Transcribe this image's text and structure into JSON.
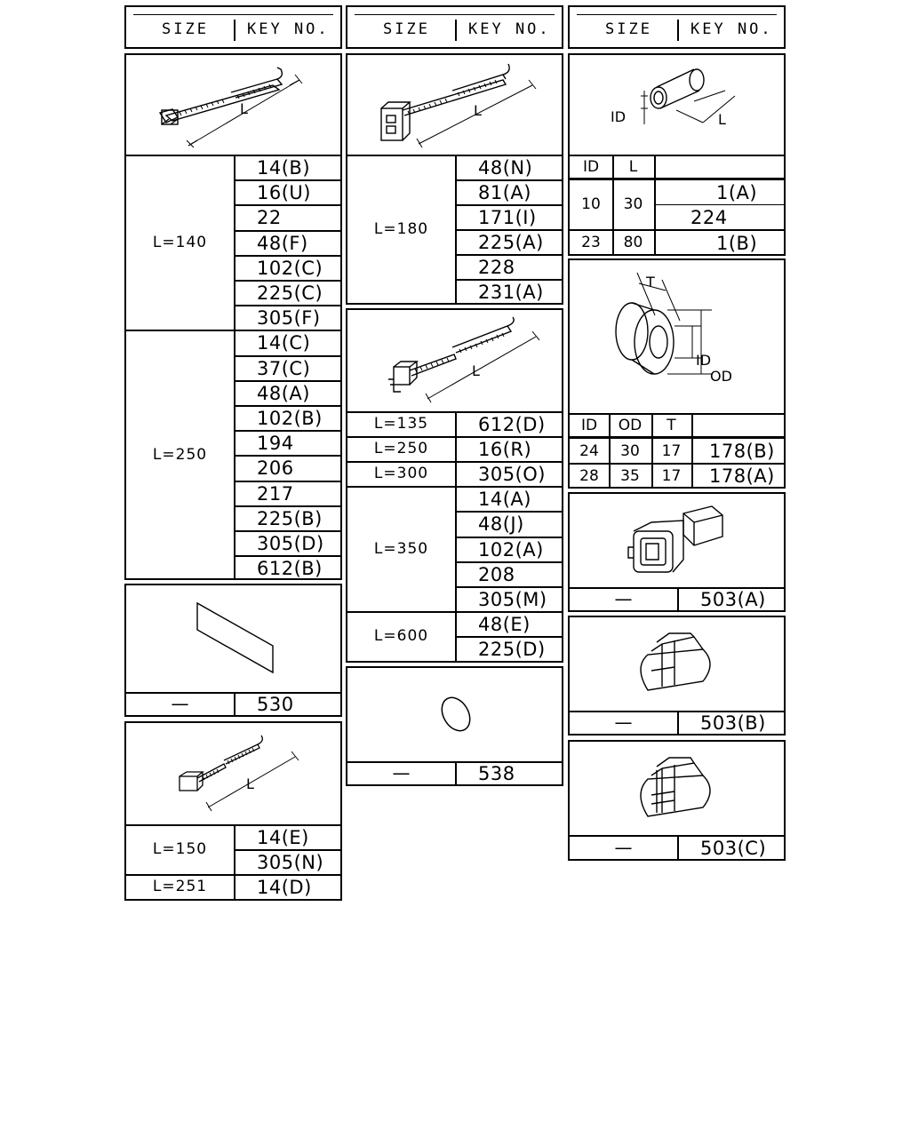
{
  "headers": [
    {
      "size": "SIZE",
      "key": "KEY NO."
    },
    {
      "size": "SIZE",
      "key": "KEY NO."
    },
    {
      "size": "SIZE",
      "key": "KEY NO."
    }
  ],
  "col1": {
    "tie_a": {
      "dim_label": "L",
      "groups": [
        {
          "size": "L=140",
          "keys": [
            "14(B)",
            "16(U)",
            "22",
            "48(F)",
            "102(C)",
            "225(C)",
            "305(F)"
          ]
        },
        {
          "size": "L=250",
          "keys": [
            "14(C)",
            "37(C)",
            "48(A)",
            "102(B)",
            "194",
            "206",
            "217",
            "225(B)",
            "305(D)",
            "612(B)"
          ]
        }
      ]
    },
    "sheet": {
      "size": "—",
      "key": "530"
    },
    "tie_b": {
      "dim_label": "L",
      "groups": [
        {
          "size": "L=150",
          "keys": [
            "14(E)",
            "305(N)"
          ]
        },
        {
          "size": "L=251",
          "keys": [
            "14(D)"
          ]
        }
      ]
    }
  },
  "col2": {
    "tie_c": {
      "dim_label": "L",
      "groups": [
        {
          "size": "L=180",
          "keys": [
            "48(N)",
            "81(A)",
            "171(I)",
            "225(A)",
            "228",
            "231(A)"
          ]
        }
      ]
    },
    "tie_d": {
      "dim_label": "L",
      "singles": [
        {
          "size": "L=135",
          "key": "612(D)"
        },
        {
          "size": "L=250",
          "key": "16(R)"
        },
        {
          "size": "L=300",
          "key": "305(O)"
        }
      ],
      "groups": [
        {
          "size": "L=350",
          "keys": [
            "14(A)",
            "48(J)",
            "102(A)",
            "208",
            "305(M)"
          ]
        },
        {
          "size": "L=600",
          "keys": [
            "48(E)",
            "225(D)"
          ]
        }
      ]
    },
    "disc": {
      "size": "—",
      "key": "538"
    }
  },
  "col3": {
    "tube": {
      "dim_labels": [
        "ID",
        "L"
      ],
      "col_headers": [
        "ID",
        "L",
        ""
      ],
      "rows": [
        {
          "id": "10",
          "l": "30",
          "keys": [
            "1(A)",
            "224"
          ]
        },
        {
          "id": "23",
          "l": "80",
          "keys": [
            "1(B)"
          ]
        }
      ]
    },
    "grommet": {
      "dim_labels": [
        "T",
        "ID",
        "OD"
      ],
      "col_headers": [
        "ID",
        "OD",
        "T",
        ""
      ],
      "rows": [
        {
          "id": "24",
          "od": "30",
          "t": "17",
          "key": "178(B)"
        },
        {
          "id": "28",
          "od": "35",
          "t": "17",
          "key": "178(A)"
        }
      ]
    },
    "connector": {
      "size": "—",
      "key": "503(A)"
    },
    "cap_b": {
      "size": "—",
      "key": "503(B)"
    },
    "cap_c": {
      "size": "—",
      "key": "503(C)"
    }
  }
}
